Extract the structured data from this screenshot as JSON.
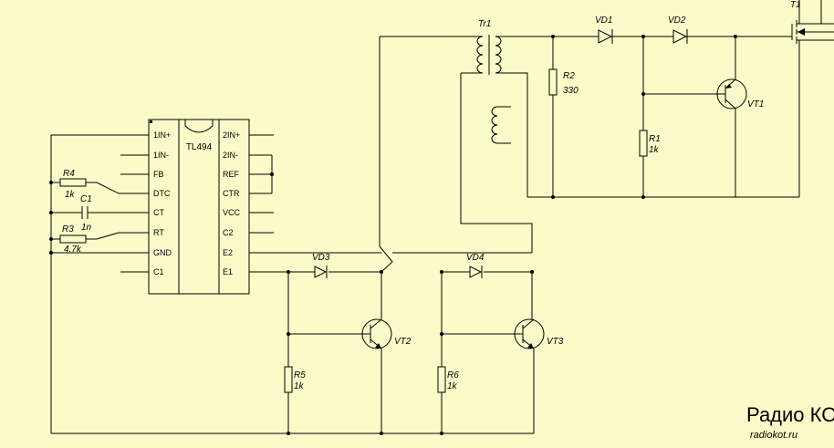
{
  "ic": {
    "name": "TL494",
    "pins_left": [
      "1IN+",
      "1IN-",
      "FB",
      "DTC",
      "CT",
      "RT",
      "GND",
      "C1"
    ],
    "pins_right": [
      "2IN+",
      "2IN-",
      "REF",
      "CTR",
      "VCC",
      "C2",
      "E2",
      "E1"
    ]
  },
  "components": {
    "R4": {
      "ref": "R4",
      "value": "1k"
    },
    "C1": {
      "ref": "C1",
      "value": "1n"
    },
    "R3": {
      "ref": "R3",
      "value": "4.7k"
    },
    "Tr1": {
      "ref": "Tr1"
    },
    "R2": {
      "ref": "R2",
      "value": "330"
    },
    "R1": {
      "ref": "R1",
      "value": "1k"
    },
    "VD1": {
      "ref": "VD1"
    },
    "VD2": {
      "ref": "VD2"
    },
    "VD3": {
      "ref": "VD3"
    },
    "VD4": {
      "ref": "VD4"
    },
    "VT1": {
      "ref": "VT1"
    },
    "VT2": {
      "ref": "VT2"
    },
    "VT3": {
      "ref": "VT3"
    },
    "R5": {
      "ref": "R5",
      "value": "1k"
    },
    "R6": {
      "ref": "R6",
      "value": "1k"
    },
    "T1": {
      "ref": "T1"
    }
  },
  "watermark": {
    "logo_text": "Радио КОТ",
    "url": "radiokot.ru"
  },
  "colors": {
    "background": "#fbfbc9",
    "line": "#000000",
    "watermark": "#c9c49a"
  }
}
